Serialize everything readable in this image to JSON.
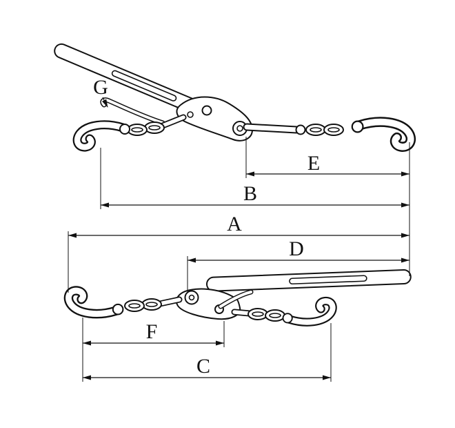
{
  "diagram": {
    "background": "#ffffff",
    "line_color": "#111111",
    "dimensions": {
      "A": "A",
      "B": "B",
      "C": "C",
      "D": "D",
      "E": "E",
      "F": "F",
      "G": "G"
    }
  }
}
